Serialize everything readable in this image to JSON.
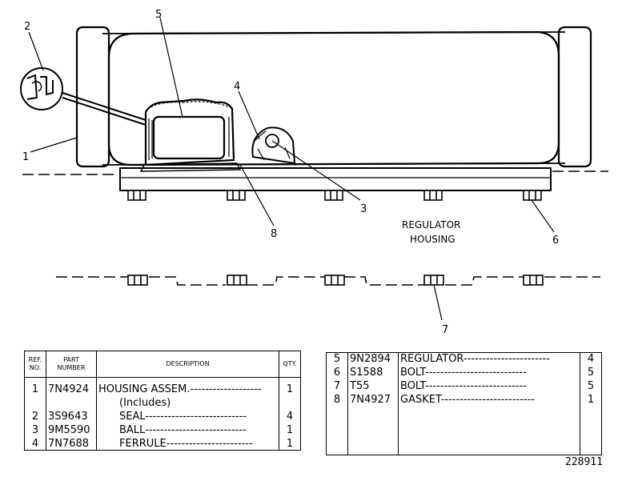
{
  "callouts": {
    "c1": "1",
    "c2": "2",
    "c3": "3",
    "c4": "4",
    "c5": "5",
    "c6": "6",
    "c7": "7",
    "c8": "8"
  },
  "diagram_text": {
    "regulator_line1": "REGULATOR",
    "regulator_line2": "HOUSING"
  },
  "table_left": {
    "headers": {
      "ref_line1": "REF.",
      "ref_line2": "NO.",
      "pn_line1": "PART",
      "pn_line2": "NUMBER",
      "desc": "DESCRIPTION",
      "qty": "QTY."
    },
    "rows": [
      {
        "ref": "1",
        "part": "7N4924",
        "desc": "HOUSING ASSEM.-------------------",
        "qty": "1"
      },
      {
        "ref": "",
        "part": "",
        "desc": "(Includes)",
        "qty": ""
      },
      {
        "ref": "2",
        "part": "3S9643",
        "desc": "SEAL---------------------------",
        "qty": "4"
      },
      {
        "ref": "3",
        "part": "9M5590",
        "desc": "BALL---------------------------",
        "qty": "1"
      },
      {
        "ref": "4",
        "part": "7N7688",
        "desc": "FERRULE-----------------------",
        "qty": "1"
      }
    ]
  },
  "table_right": {
    "rows": [
      {
        "ref": "5",
        "part": "9N2894",
        "desc": "REGULATOR-----------------------",
        "qty": "4"
      },
      {
        "ref": "6",
        "part": "S1588",
        "desc": "BOLT---------------------------",
        "qty": "5"
      },
      {
        "ref": "7",
        "part": "T55",
        "desc": "BOLT---------------------------",
        "qty": "5"
      },
      {
        "ref": "8",
        "part": "7N4927",
        "desc": "GASKET-------------------------",
        "qty": "1"
      }
    ]
  },
  "figure_number": "228911"
}
